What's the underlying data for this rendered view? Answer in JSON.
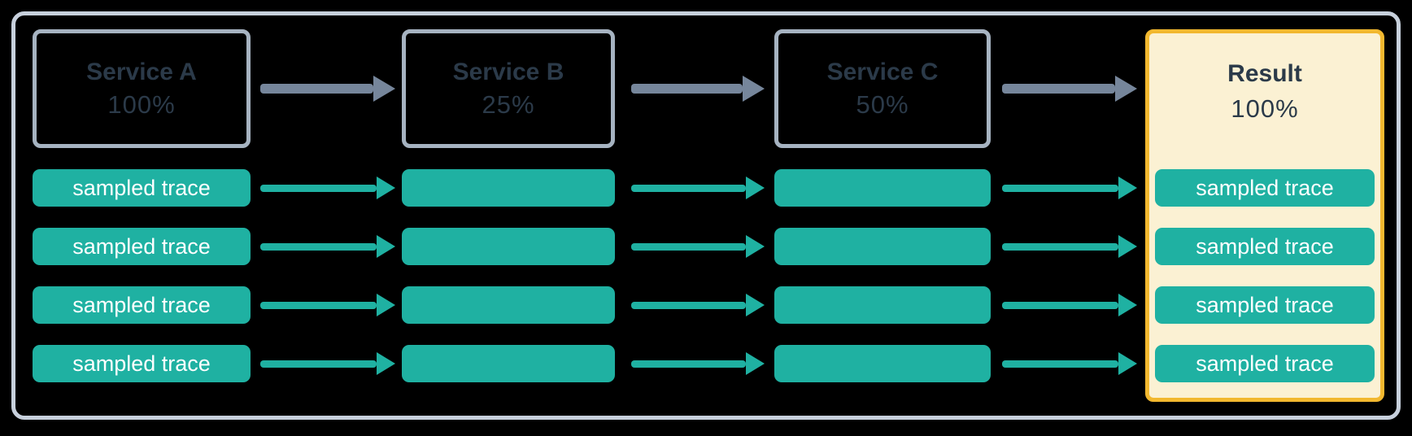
{
  "diagram": {
    "description": "Trace sampling flow across services",
    "columns": [
      {
        "id": "service-a",
        "title": "Service A",
        "value": "100%"
      },
      {
        "id": "service-b",
        "title": "Service B",
        "value": "25%"
      },
      {
        "id": "service-c",
        "title": "Service C",
        "value": "50%"
      },
      {
        "id": "result",
        "title": "Result",
        "value": "100%"
      }
    ],
    "trace_label": "sampled trace",
    "rows_per_column": 4
  },
  "colors": {
    "background": "#000000",
    "teal": "#1FB1A2",
    "arrow_grey": "#76869B",
    "box_border": "#A6B3C1",
    "outer_border": "#C7D0DC",
    "result_fill": "#FBF1D3",
    "result_border": "#F2B82F",
    "text_dark": "#2B3A49",
    "trace_text": "#FFFFFF"
  }
}
